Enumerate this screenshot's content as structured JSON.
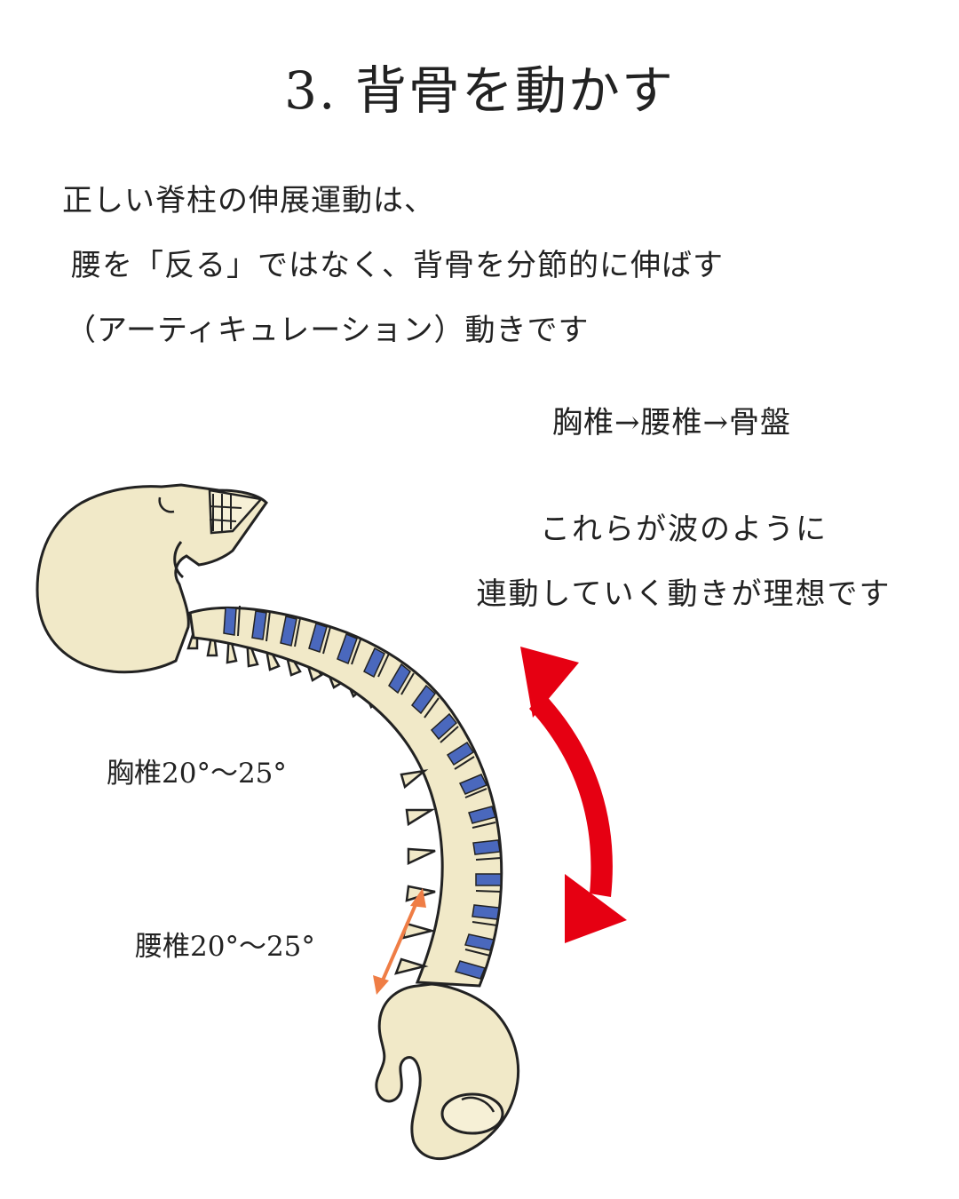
{
  "title": "3. 背骨を動かす",
  "intro": {
    "line1": "正しい脊柱の伸展運動は、",
    "line2": "腰を「反る」ではなく、背骨を分節的に伸ばす",
    "line3": "（アーティキュレーション）動きです"
  },
  "flow_text": "胸椎→腰椎→骨盤",
  "wave": {
    "line1": "これらが波のように",
    "line2": "連動していく動きが理想です"
  },
  "labels": {
    "thoracic": "胸椎20°～25°",
    "lumbar": "腰椎20°～25°"
  },
  "colors": {
    "bone": "#f1e9c8",
    "outline": "#222222",
    "disc": "#4a68bd",
    "curved_arrow": "#e60012",
    "range_arrow": "#ef7d45"
  }
}
